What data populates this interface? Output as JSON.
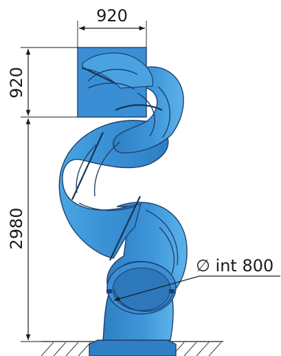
{
  "dimensions": {
    "top_width": "920",
    "entry_height": "920",
    "total_height": "2980",
    "inner_diameter": "∅ int 800"
  },
  "colors": {
    "tube_main": "#3a8fd4",
    "tube_light": "#5db2ea",
    "tube_shadow": "#2a6fae",
    "outline": "#1e3f6e",
    "dimension_lines": "#1a1a1a"
  }
}
